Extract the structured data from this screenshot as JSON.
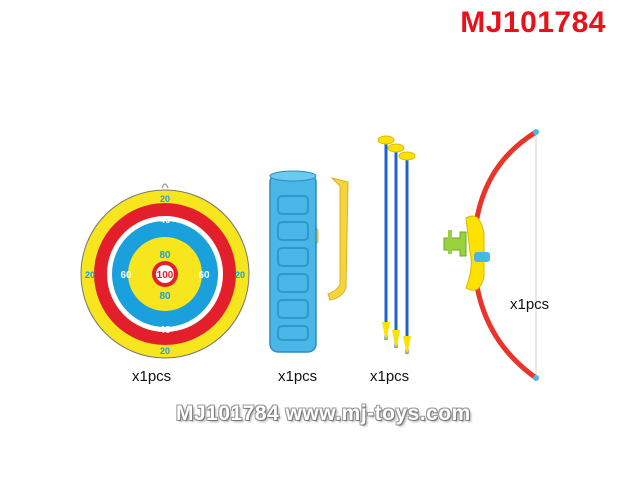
{
  "header": {
    "model_code": "MJ101784"
  },
  "target_board": {
    "rings": [
      {
        "label": "20",
        "color": "#f7e51d"
      },
      {
        "label": "40",
        "color": "#e41f2c"
      },
      {
        "label": "60",
        "color": "#1aa0dc"
      },
      {
        "label": "80",
        "color": "#f7e51d"
      },
      {
        "label": "100",
        "color": "#e41f2c"
      }
    ],
    "quantity": "x1pcs"
  },
  "quiver": {
    "color": "#4ab6e8",
    "strap_color": "#f6d43b",
    "quantity": "x1pcs"
  },
  "arrows": {
    "count": 3,
    "shaft_color": "#1f63c8",
    "tip_color": "#ffe100",
    "quantity": "x1pcs"
  },
  "bow": {
    "limb_color": "#e8342a",
    "grip_color": "#ffe100",
    "quantity": "x1pcs"
  },
  "footer": {
    "watermark": "MJ101784 www.mj-toys.com"
  }
}
